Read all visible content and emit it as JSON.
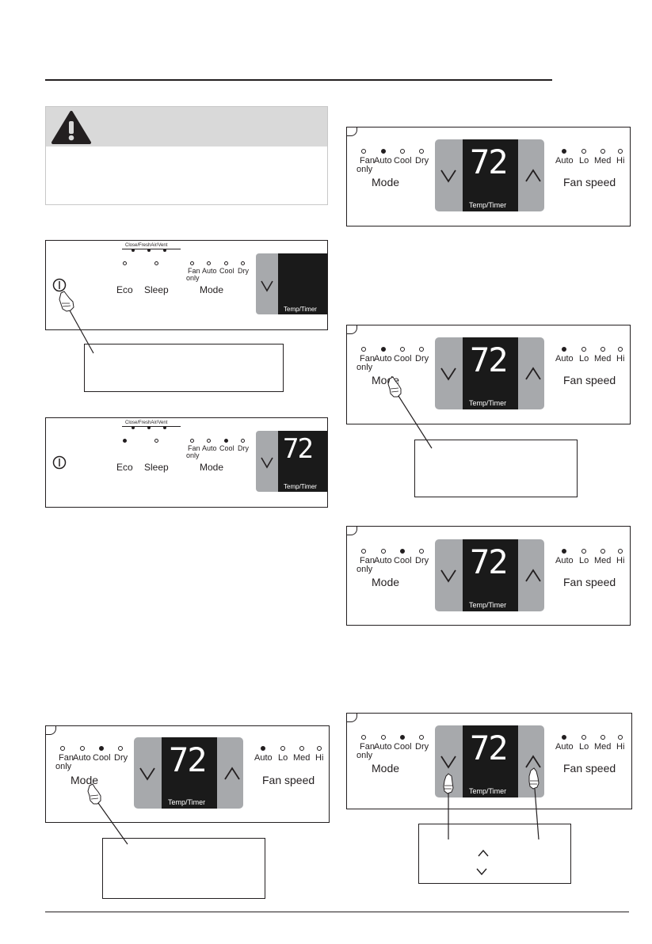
{
  "panel_labels": {
    "modes": [
      "Fan",
      "Auto",
      "Cool",
      "Dry"
    ],
    "fan_only_second_line": "only",
    "mode": "Mode",
    "fan_speeds": [
      "Auto",
      "Lo",
      "Med",
      "Hi"
    ],
    "fan_speed": "Fan speed",
    "fan_speeds_clipped": [
      "Auto",
      "Lo",
      "Med",
      "Hi"
    ],
    "temp_timer": "Temp/Timer",
    "eco": "Eco",
    "sleep": "Sleep",
    "vent": "Close/FreshAir/Vent"
  },
  "temperature_display": "72",
  "icons": {
    "warning": "warning-triangle-icon",
    "power": "power-icon",
    "down": "chevron-down-icon",
    "up": "chevron-up-icon",
    "hand": "pointing-hand-icon"
  },
  "panels": [
    {
      "id": "left-1-power-off",
      "active_mode": null,
      "display_on": false
    },
    {
      "id": "left-2-power-on",
      "active_mode": "Cool",
      "display_on": true
    },
    {
      "id": "left-3-mode-press",
      "active_mode": "Cool",
      "active_fan": "Auto"
    },
    {
      "id": "right-1",
      "active_mode": "Auto",
      "active_fan": "Auto"
    },
    {
      "id": "right-2-mode-press",
      "active_mode": "Auto",
      "active_fan": "Auto"
    },
    {
      "id": "right-3",
      "active_mode": "Cool",
      "active_fan": "Auto"
    },
    {
      "id": "right-4-temp-press",
      "active_mode": "Cool",
      "active_fan": "Auto"
    }
  ],
  "callout_symbols": {
    "up": "^",
    "down": "v"
  },
  "colors": {
    "ink": "#231f20",
    "panel_grey": "#a7a9ac",
    "display": "#1a1a1a",
    "warning_bar": "#d9d9d9"
  }
}
